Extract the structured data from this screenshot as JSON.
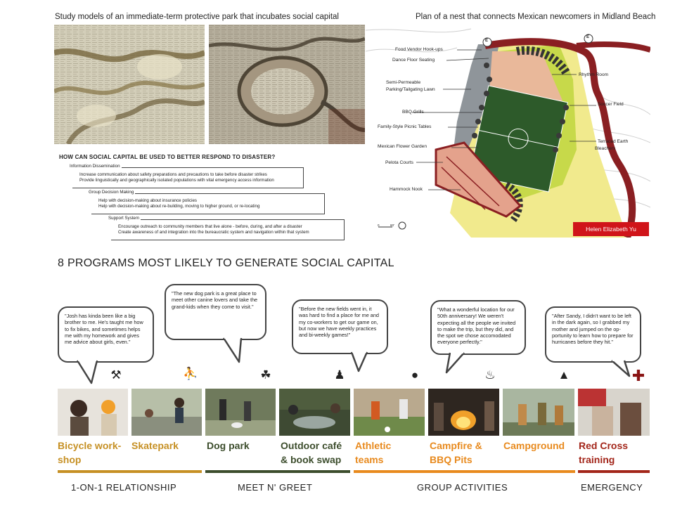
{
  "top_left": {
    "caption": "Study models of an immediate-term protective park that incubates social capital"
  },
  "top_right": {
    "caption": "Plan of a nest that connects Mexican newcomers in Midland Beach",
    "labels": {
      "food_vendor": "Food Vendor Hook-ups",
      "dance_floor": "Dance Floor Seating",
      "semi_permeable_1": "Semi-Permeable",
      "semi_permeable_2": "Parking/Tailgating Lawn",
      "bbq": "BBQ Grills",
      "picnic": "Family-Style Picnic Tables",
      "flower": "Mexican Flower Garden",
      "pelota": "Pelota Courts",
      "hammock": "Hammock Nook",
      "rhythm": "Rhythm Room",
      "soccer": "Soccer Field",
      "terraced_1": "Terraced Earth",
      "terraced_2": "Bleachers",
      "entrance_marker": "E",
      "scale_0": "0",
      "scale_60": "60'",
      "author": "Helen Elizabeth Yu"
    }
  },
  "question": {
    "title": "HOW CAN SOCIAL CAPITAL BE USED TO BETTER RESPOND TO DISASTER?",
    "groups": [
      {
        "heading": "Information Dissemination",
        "lines": [
          "Increase communication about safety preparations and precautions to take before disaster strikes",
          "Provide linguistically and geographically isolated populations with vital emergency access information"
        ]
      },
      {
        "heading": "Group Decision Making",
        "lines": [
          "Help with decision-making about insurance policies",
          "Help with decision-making about re-building, moving to higher ground, or re-locating"
        ]
      },
      {
        "heading": "Support System",
        "lines": [
          "Encourage outreach to community members that live alone - before, during, and after a disaster",
          "Create awareness of and integration into the bureaucratic system and navigation within that system"
        ]
      }
    ]
  },
  "programs": {
    "title": "8 PROGRAMS MOST LIKELY TO GENERATE SOCIAL CAPITAL",
    "quotes": [
      "\"Josh has kinda been like a big brother to me. He's taught me how to fix bikes, and sometimes helps me with my homework and gives me advice about girls, even.\"",
      "\"The new dog park is a great place to meet other canine lovers and take the grand-kids when they come to visit.\"",
      "\"Before the new fields went in, it was hard to find a place for me and my co-workers to get our game on, but now we have weekly practices and bi-weekly games!\"",
      "\"What a wonderful location for our 50th anniversary! We weren't expecting all the people we invited to make the trip, but they did, and the spot we chose accomodated everyone perfectly.\"",
      "\"After Sandy, I didn't want to be left in the dark again, so I grabbed my mother and jumped on the op-portunity to learn how to prepare for hurricanes before they hit.\""
    ],
    "items": [
      {
        "label": "Bicycle work-shop",
        "l1": "Bicycle work-",
        "l2": "shop",
        "icon": "bicycle-icon",
        "glyph": "⚒"
      },
      {
        "label": "Skatepark",
        "l1": "Skatepark",
        "l2": "",
        "icon": "skateboard-icon",
        "glyph": "⛹"
      },
      {
        "label": "Dog park",
        "l1": "Dog park",
        "l2": "",
        "icon": "dog-icon",
        "glyph": "☘"
      },
      {
        "label": "Outdoor café & book swap",
        "l1": "Outdoor café",
        "l2": "& book swap",
        "icon": "reading-icon",
        "glyph": "♟"
      },
      {
        "label": "Athletic teams",
        "l1": "Athletic",
        "l2": "teams",
        "icon": "basketball-icon",
        "glyph": "●"
      },
      {
        "label": "Campfire & BBQ Pits",
        "l1": "Campfire &",
        "l2": "BBQ Pits",
        "icon": "campfire-icon",
        "glyph": "♨"
      },
      {
        "label": "Campground",
        "l1": "Campground",
        "l2": "",
        "icon": "tent-icon",
        "glyph": "▲"
      },
      {
        "label": "Red Cross training",
        "l1": "Red Cross",
        "l2": "training",
        "icon": "red-cross-icon",
        "glyph": "✚"
      }
    ],
    "categories": [
      "1-ON-1 RELATIONSHIP",
      "MEET N' GREET",
      "GROUP ACTIVITIES",
      "EMERGENCY"
    ],
    "colors": {
      "gold": "#c69024",
      "green": "#3c4d2c",
      "orange": "#e88a1e",
      "red": "#a3261a"
    }
  }
}
